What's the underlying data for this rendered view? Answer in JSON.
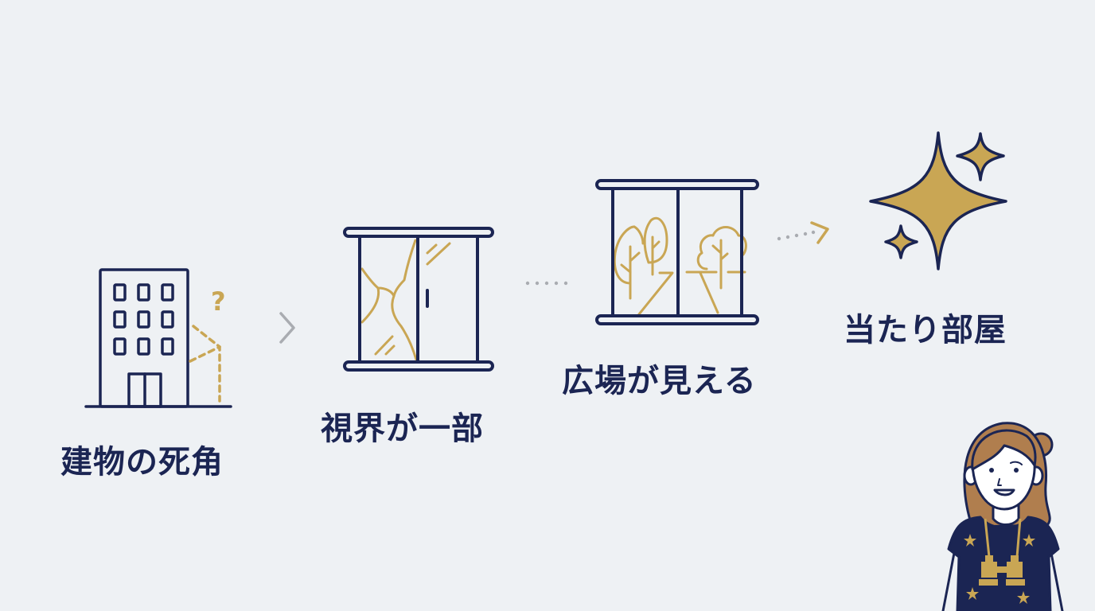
{
  "colors": {
    "background": "#eef1f4",
    "navy": "#1b2553",
    "gold": "#c9a654",
    "connector_gray": "#a9acb1",
    "hair": "#b07e4e"
  },
  "steps": [
    {
      "label": "建物の死角",
      "icon": "building-blindspot-icon"
    },
    {
      "label": "視界が一部",
      "icon": "partial-view-window-icon"
    },
    {
      "label": "広場が見える",
      "icon": "plaza-view-window-icon"
    },
    {
      "label": "当たり部屋",
      "icon": "sparkle-icon"
    }
  ],
  "connectors": [
    {
      "type": "chevron",
      "icon": "chevron-right-icon"
    },
    {
      "type": "dotted",
      "icon": "dotted-line-icon"
    },
    {
      "type": "dotted-arrow",
      "icon": "dotted-arrow-icon"
    }
  ],
  "question_mark": "?",
  "character": {
    "icon": "girl-with-binoculars-icon"
  }
}
